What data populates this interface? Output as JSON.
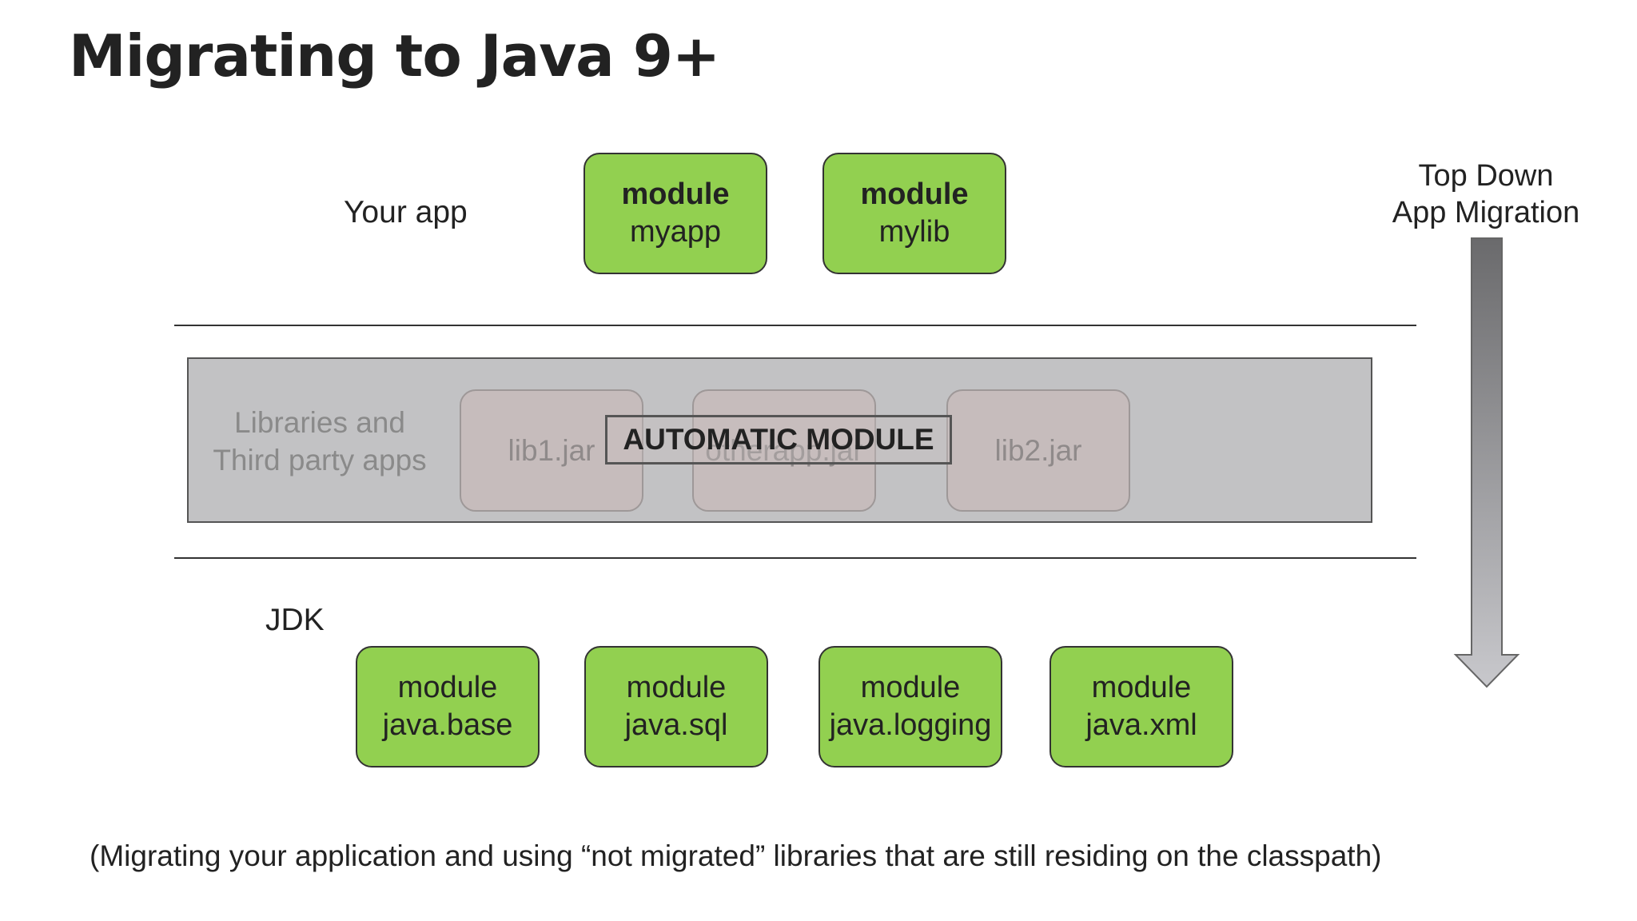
{
  "title": "Migrating to Java 9+",
  "your_app": {
    "label": "Your app",
    "modules": [
      {
        "keyword": "module",
        "name": "myapp"
      },
      {
        "keyword": "module",
        "name": "mylib"
      }
    ]
  },
  "libraries": {
    "label_line1": "Libraries and",
    "label_line2": "Third party apps",
    "jars": [
      "lib1.jar",
      "otherapp.jar",
      "lib2.jar"
    ],
    "automatic_module": "AUTOMATIC MODULE"
  },
  "jdk": {
    "label": "JDK",
    "modules": [
      {
        "keyword": "module",
        "name": "java.base"
      },
      {
        "keyword": "module",
        "name": "java.sql"
      },
      {
        "keyword": "module",
        "name": "java.logging"
      },
      {
        "keyword": "module",
        "name": "java.xml"
      }
    ]
  },
  "migration": {
    "line1": "Top Down",
    "line2": "App Migration"
  },
  "caption": "(Migrating your application and using “not migrated” libraries that are still residing on the classpath)",
  "colors": {
    "module_fill": "#92d050",
    "band_fill": "#c2c2c4",
    "jar_fill": "#c6bcbc"
  }
}
